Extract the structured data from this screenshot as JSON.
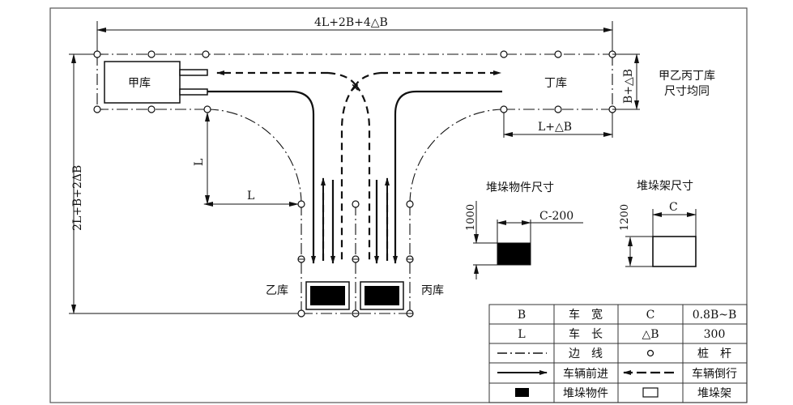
{
  "colors": {
    "line": "#111111",
    "frame": "#555555",
    "background": "#ffffff"
  },
  "dimensions": {
    "overall_width": "4L+2B+4△B",
    "overall_height": "2L+B+2ΔB",
    "bay_depth": "B+△B",
    "bay_length": "L+△B",
    "curve_vertical": "L",
    "curve_horizontal": "L"
  },
  "garages": {
    "jia": "甲库",
    "yi": "乙库",
    "bing": "丙库",
    "ding": "丁库"
  },
  "note": {
    "line1": "甲乙丙丁库",
    "line2": "尺寸均同"
  },
  "detail_item": {
    "title": "堆垛物件尺寸",
    "height": "1000",
    "width": "C-200"
  },
  "detail_rack": {
    "title": "堆垛架尺寸",
    "height": "1200",
    "width": "C"
  },
  "legend": {
    "rows": [
      {
        "c1": "B",
        "c2": "车　宽",
        "c3": "C",
        "c4": "0.8B~B"
      },
      {
        "c1": "L",
        "c2": "车　长",
        "c3": "△B",
        "c4": "300"
      },
      {
        "c1": "dash-dot-line-icon",
        "c2": "边　线",
        "c3": "post-circle-icon",
        "c4": "桩　杆"
      },
      {
        "c1": "solid-arrow-icon",
        "c2": "车辆前进",
        "c3": "dashed-arrow-icon",
        "c4": "车辆倒行"
      },
      {
        "c1": "filled-rect-icon",
        "c2": "堆垛物件",
        "c3": "hollow-rect-icon",
        "c4": "堆垛架"
      }
    ]
  }
}
